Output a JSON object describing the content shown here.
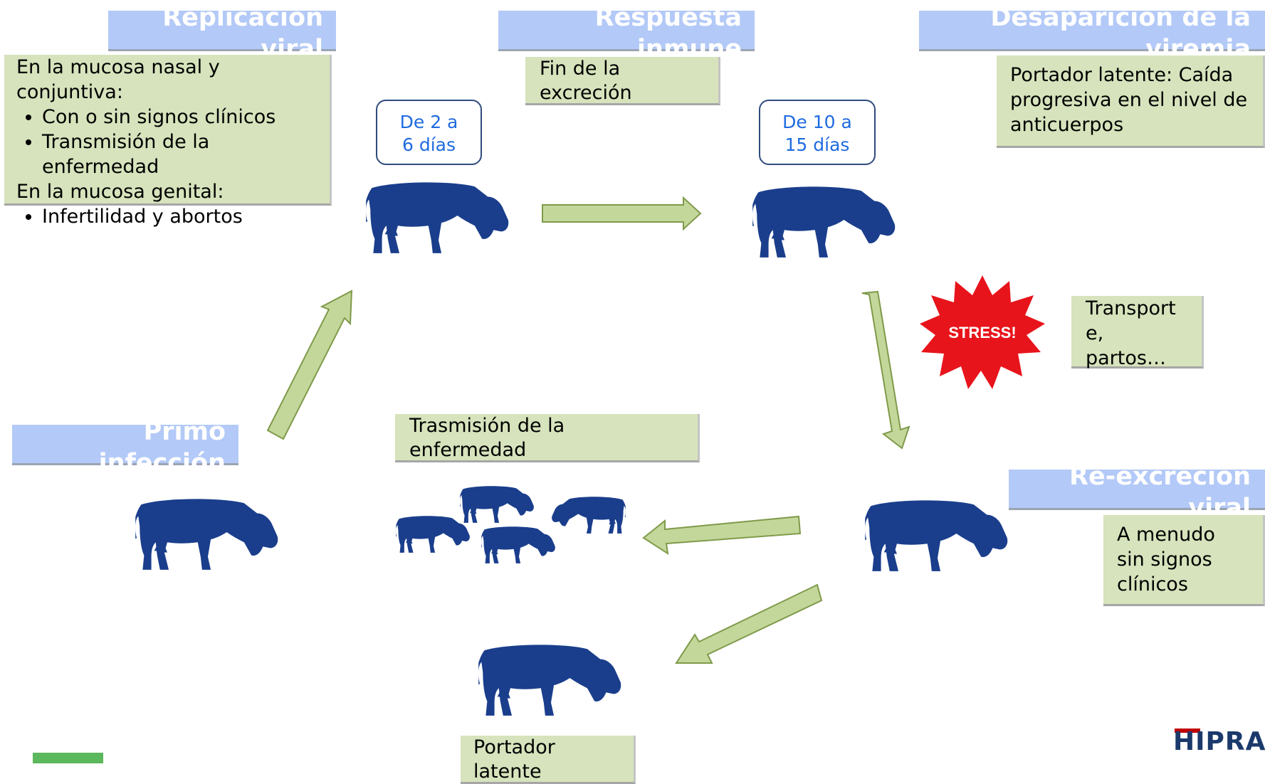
{
  "titles": {
    "replicacion": "Replicación viral",
    "respuesta": "Respuesta inmune",
    "desaparicion": "Desaparición de la viremia",
    "primo": "Primo infección",
    "reexcrecion": "Re-excreción viral"
  },
  "boxes": {
    "mucosa": {
      "line1": "En la mucosa nasal y conjuntiva:",
      "bullets1": [
        "Con o sin signos clínicos",
        "Transmisión de la enfermedad"
      ],
      "line2": "En la mucosa genital:",
      "bullets2": [
        "Infertilidad y abortos"
      ]
    },
    "fin_excrecion": "Fin de la excreción",
    "portador_latente_top": "Portador latente: Caída progresiva en el nivel de anticuerpos",
    "transporte": "Transport e, partos…",
    "trasmision": "Trasmisión de la enfermedad",
    "a_menudo": "A menudo sin signos clínicos",
    "portador_latente_bottom": "Portador latente"
  },
  "days": {
    "first": "De 2 a 6 días",
    "second": "De 10 a 15 días"
  },
  "stress_label": "STRESS!",
  "logo": "HIPRA",
  "colors": {
    "title_bar": "#b3c9f7",
    "text_box": "#d6e3bc",
    "cow": "#1a3e8c",
    "arrow": "#c4d79b",
    "arrow_stroke": "#7f9a4a",
    "stress": "#e8141b",
    "days_text": "#1f6be0"
  }
}
